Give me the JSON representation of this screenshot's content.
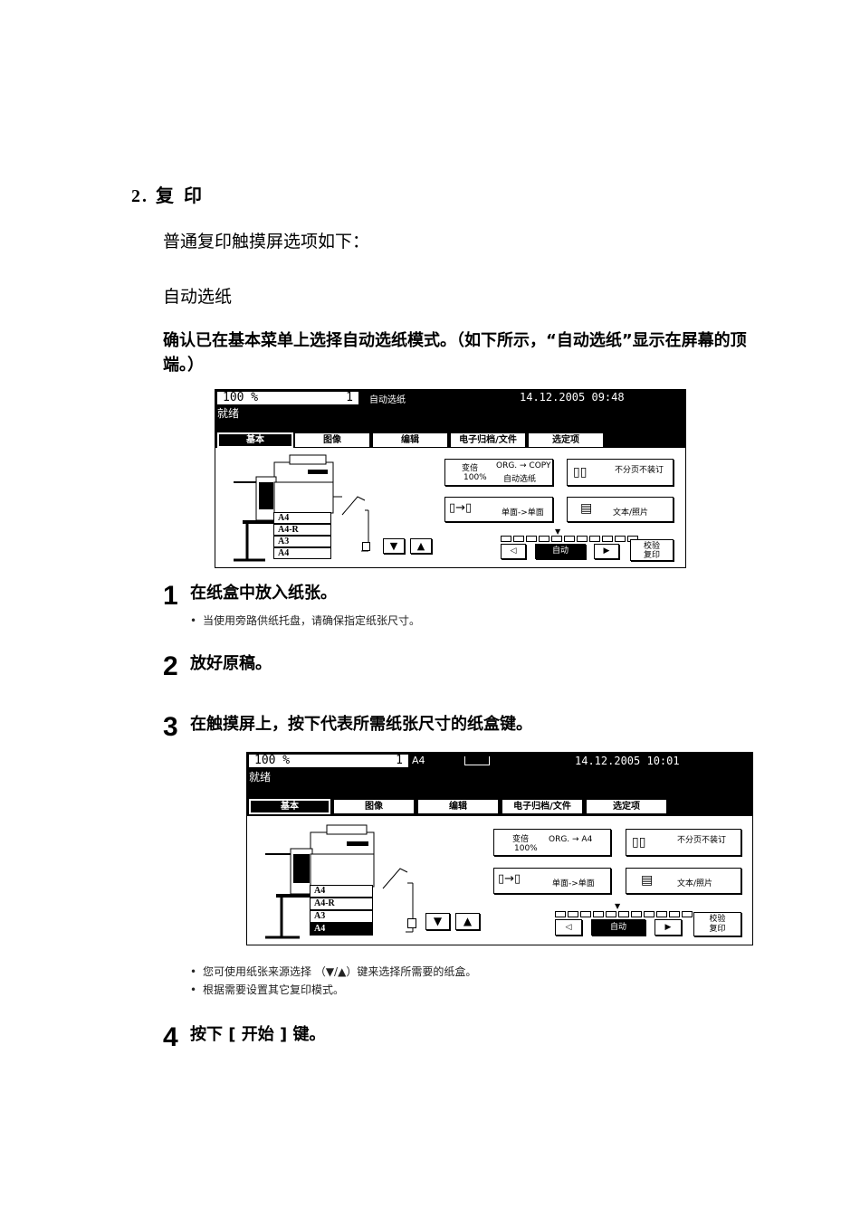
{
  "section": {
    "number": "2.",
    "title": "复 印"
  },
  "intro": "普通复印触摸屏选项如下：",
  "subheading": "自动选纸",
  "instruction": "确认已在基本菜单上选择自动选纸模式。（如下所示，“自动选纸”显示在屏幕的顶端。）",
  "screen1": {
    "zoom": "100  %",
    "copies": "1",
    "mode": "自动选纸",
    "datetime": "14.12.2005 09:48",
    "status": "就绪",
    "tabs": [
      "基本",
      "图像",
      "编辑",
      "电子归档/文件",
      "选定项"
    ],
    "ratio_label": "变倍",
    "ratio_value": "100%",
    "orig_copy": "ORG. → COPY",
    "auto_paper": "自动选纸",
    "finish": "不分页不装订",
    "duplex": "单面->单面",
    "image_mode": "文本/照片",
    "density_auto": "自动",
    "proof": "校验\n复印",
    "trays": [
      "A4",
      "A4-R",
      "A3",
      "A4"
    ]
  },
  "steps": [
    {
      "n": "1",
      "text": "在纸盒中放入纸张。",
      "notes": [
        "当使用旁路供纸托盘，请确保指定纸张尺寸。"
      ]
    },
    {
      "n": "2",
      "text": "放好原稿。",
      "notes": []
    },
    {
      "n": "3",
      "text": "在触摸屏上，按下代表所需纸张尺寸的纸盒键。",
      "notes": []
    },
    {
      "n": "4",
      "text": "按下 [ 开始 ] 键。",
      "notes": []
    }
  ],
  "screen2": {
    "zoom": "100  %",
    "copies": "1",
    "mode": "A4",
    "datetime": "14.12.2005 10:01",
    "status": "就绪",
    "tabs": [
      "基本",
      "图像",
      "编辑",
      "电子归档/文件",
      "选定项"
    ],
    "ratio_label": "变倍",
    "ratio_value": "100%",
    "orig_copy": "ORG. → A4",
    "finish": "不分页不装订",
    "duplex": "单面->单面",
    "image_mode": "文本/照片",
    "density_auto": "自动",
    "proof": "校验\n复印",
    "trays": [
      "A4",
      "A4-R",
      "A3",
      "A4"
    ]
  },
  "step3_notes": [
    "您可使用纸张来源选择 （▼/▲）键来选择所需要的纸盒。",
    "根据需要设置其它复印模式。"
  ]
}
